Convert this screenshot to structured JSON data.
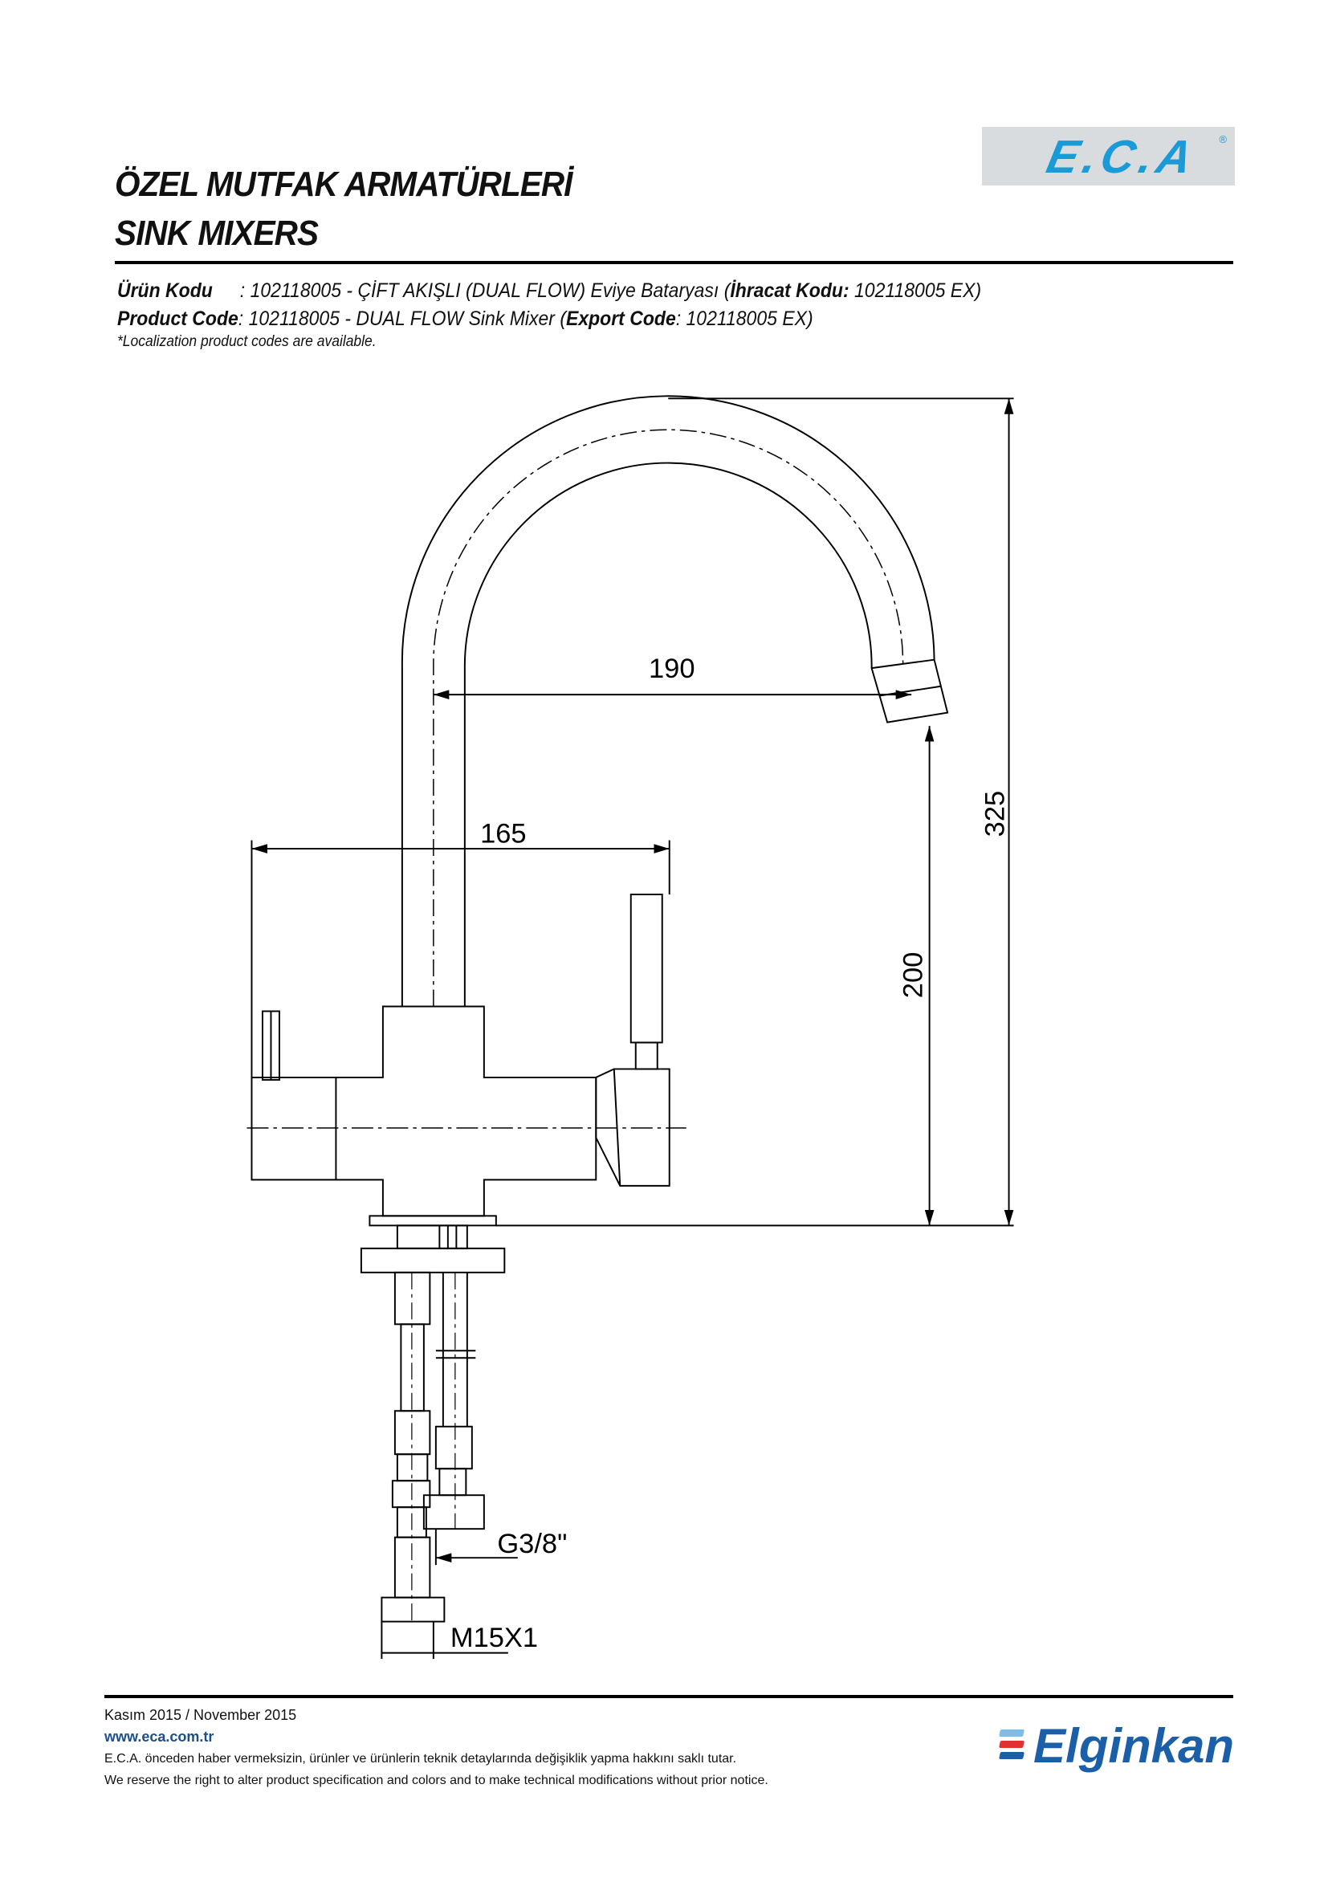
{
  "header": {
    "title_tr": "ÖZEL MUTFAK ARMATÜRLERİ",
    "title_en": "SINK MIXERS",
    "logo_text": "E.C.A",
    "logo_reg": "®"
  },
  "product": {
    "tr_label": "Ürün Kodu",
    "tr_text": " : 102118005 - ÇİFT AKIŞLI (DUAL FLOW) Eviye Bataryası (",
    "tr_export_label": "İhracat Kodu:",
    "tr_export_value": " 102118005 EX)",
    "en_label": "Product Code",
    "en_text": ": 102118005 - DUAL FLOW Sink Mixer (",
    "en_export_label": "Export Code",
    "en_export_value": ": 102118005 EX)",
    "note": "*Localization product codes are available."
  },
  "drawing": {
    "dim_spout_reach": "190",
    "dim_body_width": "165",
    "dim_total_height": "325",
    "dim_spout_height": "200",
    "thread_g": "G3/8\"",
    "thread_m": "M15X1"
  },
  "footer": {
    "date": "Kasım 2015 / November 2015",
    "website": "www.eca.com.tr",
    "disclaimer_tr": "E.C.A. önceden haber vermeksizin, ürünler ve ürünlerin teknik detaylarında değişiklik yapma hakkını saklı tutar.",
    "disclaimer_en": "We reserve the right to alter product specification and colors and to make technical modifications without prior notice.",
    "brand": "Elginkan"
  },
  "colors": {
    "eca_blue": "#1a9ad6",
    "elginkan_blue": "#1a5fa8",
    "elginkan_red": "#e03030",
    "elginkan_light": "#7fbde6"
  }
}
